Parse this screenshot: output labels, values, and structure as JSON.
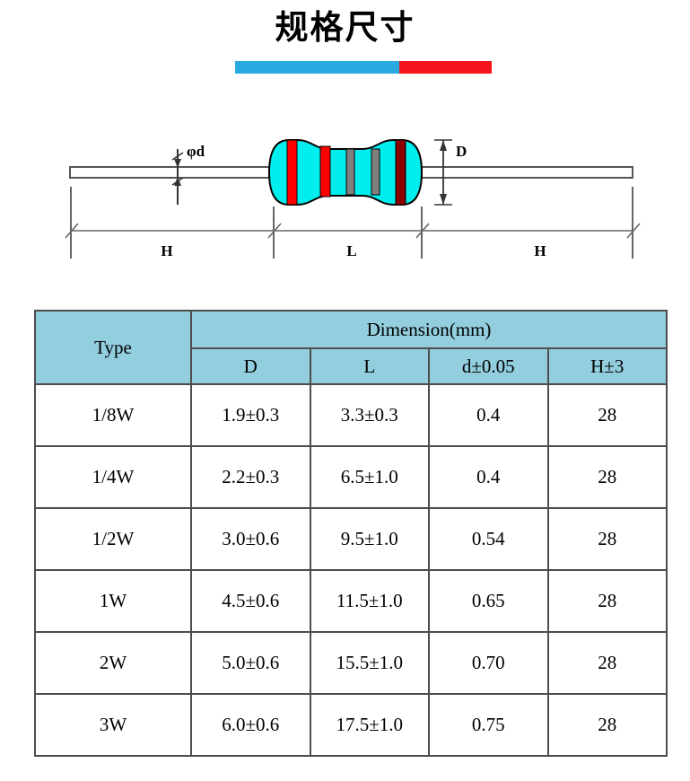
{
  "title": {
    "text": "规格尺寸",
    "underline_blue": "#29ABE2",
    "underline_red": "#F4141C"
  },
  "diagram": {
    "labels": {
      "lead_diameter": "φd",
      "body_diameter": "D",
      "body_length": "L",
      "lead_length_left": "H",
      "lead_length_right": "H"
    },
    "colors": {
      "body": "#00EEEE",
      "band_red": "#FF0000",
      "band_gray": "#808080",
      "band_dark_red": "#8B0000",
      "lead": "#FFFFFF",
      "outline": "#000000",
      "dimension_line": "#666666"
    }
  },
  "table": {
    "header_bg": "#92CEDE",
    "border_color": "#4d4d4d",
    "type_header": "Type",
    "group_header": "Dimension(mm)",
    "sub_headers": [
      "D",
      "L",
      "d±0.05",
      "H±3"
    ],
    "rows": [
      {
        "type": "1/8W",
        "d": "1.9±0.3",
        "l": "3.3±0.3",
        "dtol": "0.4",
        "h": "28"
      },
      {
        "type": "1/4W",
        "d": "2.2±0.3",
        "l": "6.5±1.0",
        "dtol": "0.4",
        "h": "28"
      },
      {
        "type": "1/2W",
        "d": "3.0±0.6",
        "l": "9.5±1.0",
        "dtol": "0.54",
        "h": "28"
      },
      {
        "type": "1W",
        "d": "4.5±0.6",
        "l": "11.5±1.0",
        "dtol": "0.65",
        "h": "28"
      },
      {
        "type": "2W",
        "d": "5.0±0.6",
        "l": "15.5±1.0",
        "dtol": "0.70",
        "h": "28"
      },
      {
        "type": "3W",
        "d": "6.0±0.6",
        "l": "17.5±1.0",
        "dtol": "0.75",
        "h": "28"
      }
    ]
  }
}
